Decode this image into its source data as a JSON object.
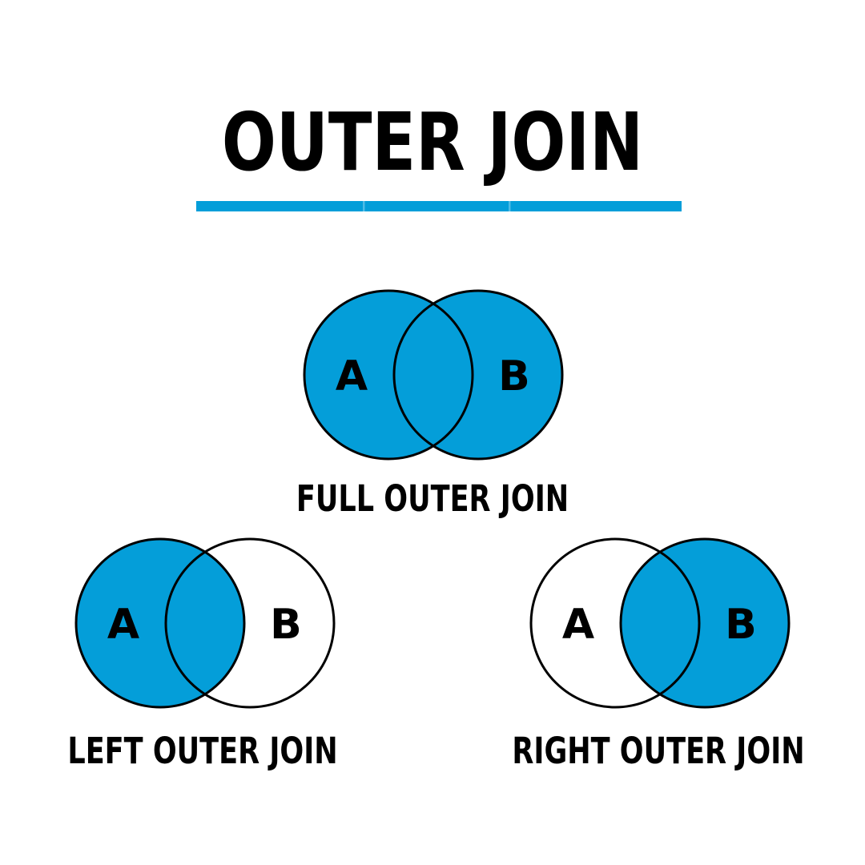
{
  "title": {
    "text": "OUTER JOIN"
  },
  "colors": {
    "accent_blue": "#049ED9",
    "underline_separator": "#4FBCE6",
    "circle_outline": "#000000",
    "text": "#000000",
    "background": "#FFFFFF"
  },
  "underline": {
    "fill": "#049ED9",
    "separator_fill": "#4FBCE6"
  },
  "venns": {
    "full": {
      "caption": "FULL OUTER JOIN",
      "label_a": "A",
      "label_b": "B",
      "a_fill": "#049ED9",
      "b_fill": "#049ED9"
    },
    "left": {
      "caption": "LEFT OUTER JOIN",
      "label_a": "A",
      "label_b": "B",
      "a_fill": "#049ED9",
      "b_fill": "none"
    },
    "right": {
      "caption": "RIGHT OUTER JOIN",
      "label_a": "A",
      "label_b": "B",
      "a_fill": "none",
      "b_fill": "#049ED9"
    }
  }
}
